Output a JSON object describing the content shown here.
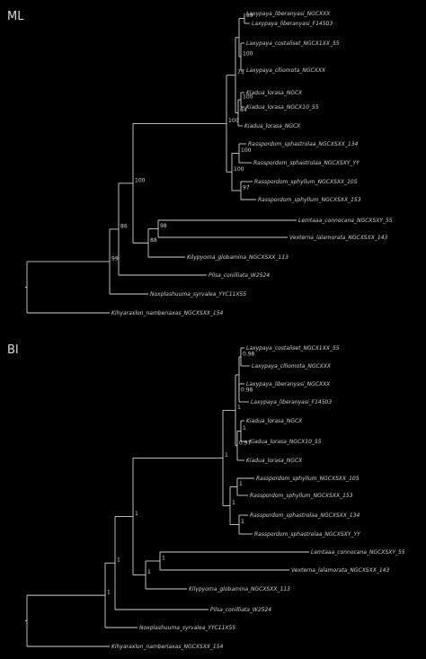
{
  "panels": [
    {
      "label": "ML",
      "taxa": [
        "Laxypaya_liberanyasi_NGCXXX",
        "Laxypaya_liberanyasi_F14503",
        "Laxypaya_costaliset_NGCX1XX_55",
        "Laxypaya_clliomota_NGCXXX",
        "Kiadua_lorasa_NGCX",
        "Kiadua_lorasa_NGCX10_55",
        "Kiadua_lorasa_NGCX",
        "Rasspordom_sphastrolaa_NGCXSXX_134",
        "Rasspordom_sphastrolaa_NGCXSXY_YY",
        "Rasspordom_sphyllum_NGCXSXX_105",
        "Rasspordom_sphyllum_NGCXSXX_153",
        "Lemtaaa_connocana_NGCXSXY_55",
        "Vexterna_lalamorata_NGCXSXX_143",
        "Kilypyoma_globamina_NGCXSXX_113",
        "Pilsa_conilliata_W2524",
        "Noxplashuuma_syrvalea_YYC11X55",
        "Kihyaraxlon_namberiaxas_NGCXSXX_154"
      ],
      "support": [
        "89",
        "100",
        "75",
        "84",
        "100",
        "100",
        "100",
        "100",
        "97",
        "88",
        "86",
        "99",
        "98",
        "100"
      ]
    },
    {
      "label": "BI",
      "taxa": [
        "Laxypaya_costaliset_NGCX1XX_55",
        "Laxypaya_clliomota_NGCXXX",
        "Laxypaya_liberanyasi_NGCXXX",
        "Laxypaya_liberanyasi_F14503",
        "Kiadua_lorasa_NGCX",
        "Kiadua_lorasa_NGCX10_55",
        "Kiadua_lorasa_NGCX",
        "Rasspordom_sphyllum_NGCXSXX_105",
        "Rasspordom_sphyllum_NGCXSXX_153",
        "Rasspordom_sphastrolaa_NGCXSXX_134",
        "Rasspordom_sphastrolaa_NGCXSXY_YY",
        "Lemtaaa_connocana_NGCXSXY_55",
        "Vexterna_lalamorata_NGCXSXX_143",
        "Kilypyoma_globamina_NGCXSXX_113",
        "Pilsa_conilliata_W2524",
        "Noxplashuuma_syrvalea_YYC11X55",
        "Kihyaraxlon_namberiaxas_NGCXSXX_154"
      ],
      "support": [
        "0.98",
        "1",
        "0.98",
        "0.97",
        "1",
        "1",
        "1",
        "1",
        "1",
        "1",
        "1",
        "1",
        "1",
        "1"
      ]
    }
  ]
}
